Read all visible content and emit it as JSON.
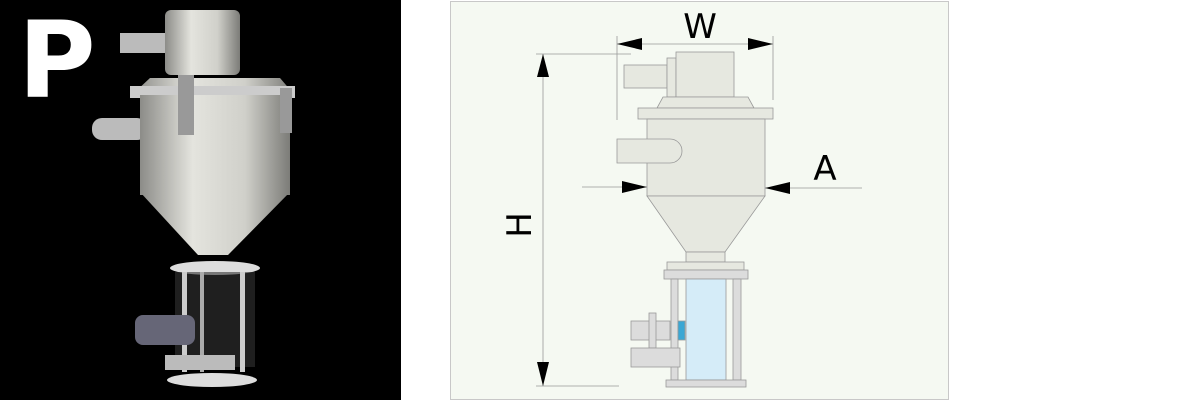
{
  "photo": {
    "letter": "P"
  },
  "diagram": {
    "labels": {
      "width": "W",
      "height": "H",
      "diameter": "A"
    }
  },
  "colors": {
    "body": "#e6e8e0",
    "glass": "#d5ecf8",
    "sensor": "#3ba7d4",
    "frame": "#dcdcdc"
  }
}
